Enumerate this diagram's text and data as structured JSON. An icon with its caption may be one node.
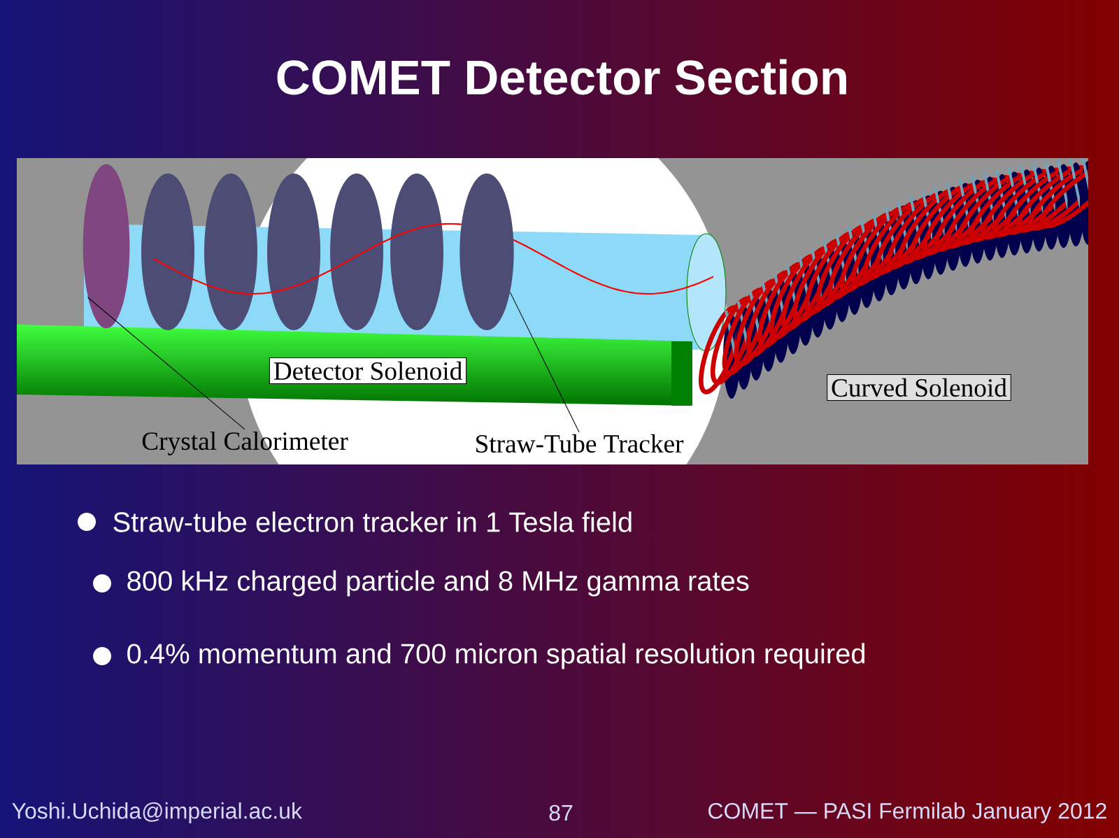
{
  "diagram": {
    "title": "COMET Detector Section",
    "nodes": [
      {
        "text": [
          "Detector Solenoid"
        ]
      },
      {
        "text": [
          "Curved Solenoid"
        ]
      },
      {
        "text": [
          "Crystal Calorimeter"
        ]
      },
      {
        "text": [
          "Straw-Tube Tracker"
        ]
      },
      {
        "text": [],
        "shape": "ellipse"
      },
      {
        "text": [],
        "shape": "ellipse"
      }
    ],
    "edges": [
      {
        "from": 2,
        "to": 4,
        "arrow": "none"
      },
      {
        "from": 3,
        "to": 5,
        "arrow": "none"
      }
    ],
    "labels": [
      "Straw-tube electron tracker in 1 Tesla field",
      "800 kHz charged particle and 8 MHz gamma rates",
      "0.4% momentum and 700 micron spatial resolution required",
      "Yoshi.Uchida@imperial.ac.uk",
      "87",
      "COMET — PASI Fermilab January 2012"
    ]
  }
}
